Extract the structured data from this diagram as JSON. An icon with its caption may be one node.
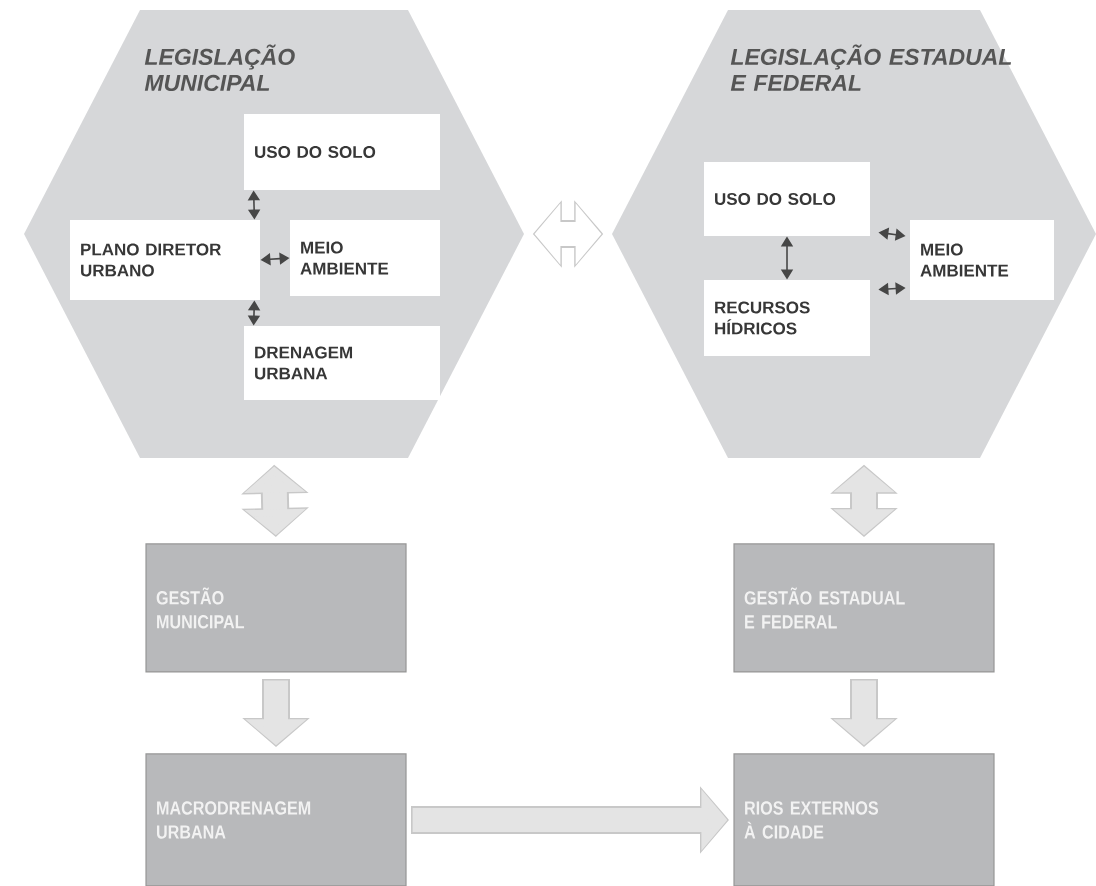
{
  "diagram": {
    "nodes": [
      {
        "text": [
          "LEGISLAÇÃO MUNICIPAL"
        ]
      },
      {
        "text": [
          "USO DO SOLO"
        ],
        "in": 0
      },
      {
        "text": [
          "PLANO DIRETOR URBANO"
        ],
        "in": 0
      },
      {
        "text": [
          "MEIO AMBIENTE"
        ],
        "in": 0
      },
      {
        "text": [
          "DRENAGEM URBANA"
        ],
        "in": 0
      },
      {
        "text": [
          "LEGISLAÇÃO ESTADUAL E FEDERAL"
        ]
      },
      {
        "text": [
          "USO DO SOLO"
        ],
        "in": 5
      },
      {
        "text": [
          "MEIO AMBIENTE"
        ],
        "in": 5
      },
      {
        "text": [
          "RECURSOS HÍDRICOS"
        ],
        "in": 5
      },
      {
        "text": [
          "GESTÃO MUNICIPAL"
        ]
      },
      {
        "text": [
          "MACRODRENAGEM URBANA"
        ]
      },
      {
        "text": [
          "GESTÃO ESTADUAL E FEDERAL"
        ]
      },
      {
        "text": [
          "RIOS EXTERNOS À CIDADE"
        ]
      }
    ],
    "edges": [
      {
        "from": 1,
        "to": 2,
        "arrow": "both"
      },
      {
        "from": 2,
        "to": 3,
        "arrow": "both"
      },
      {
        "from": 2,
        "to": 4,
        "arrow": "both"
      },
      {
        "from": 6,
        "to": 8,
        "arrow": "both"
      },
      {
        "from": 6,
        "to": 7,
        "arrow": "both"
      },
      {
        "from": 8,
        "to": 7,
        "arrow": "both"
      },
      {
        "from": 0,
        "to": 5,
        "arrow": "both",
        "style": "thick",
        "color": "#ffffff"
      },
      {
        "from": 0,
        "to": 9,
        "arrow": "both",
        "style": "thick",
        "color": "#e4e4e4"
      },
      {
        "from": 9,
        "to": 10,
        "arrow": "to",
        "style": "thick",
        "color": "#e4e4e4"
      },
      {
        "from": 5,
        "to": 11,
        "arrow": "both",
        "style": "thick",
        "color": "#e4e4e4"
      },
      {
        "from": 11,
        "to": 12,
        "arrow": "to",
        "style": "thick",
        "color": "#e4e4e4"
      },
      {
        "from": 10,
        "to": 12,
        "arrow": "to",
        "style": "thick",
        "color": "#e4e4e4"
      }
    ]
  }
}
